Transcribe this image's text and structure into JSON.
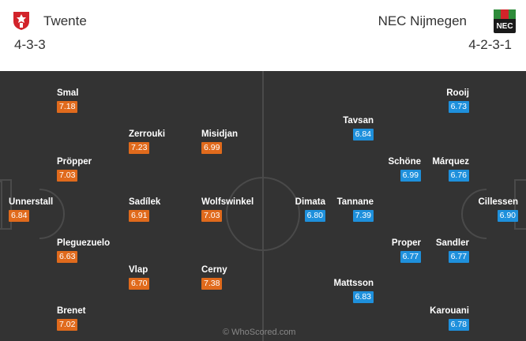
{
  "home": {
    "name": "Twente",
    "formation": "4-3-3",
    "logo_icon": "twente-crest-icon",
    "color": "#e06a1c",
    "players": [
      {
        "name": "Smal",
        "rating": "7.18"
      },
      {
        "name": "Zerrouki",
        "rating": "7.23"
      },
      {
        "name": "Misidjan",
        "rating": "6.99"
      },
      {
        "name": "Pröpper",
        "rating": "7.03"
      },
      {
        "name": "Unnerstall",
        "rating": "6.84"
      },
      {
        "name": "Sadílek",
        "rating": "6.91"
      },
      {
        "name": "Wolfswinkel",
        "rating": "7.03"
      },
      {
        "name": "Pleguezuelo",
        "rating": "6.63"
      },
      {
        "name": "Vlap",
        "rating": "6.70"
      },
      {
        "name": "Cerny",
        "rating": "7.38"
      },
      {
        "name": "Brenet",
        "rating": "7.02"
      }
    ]
  },
  "away": {
    "name": "NEC Nijmegen",
    "formation": "4-2-3-1",
    "logo_icon": "nec-crest-icon",
    "logo_text": "NEC",
    "color": "#1e90dc",
    "players": [
      {
        "name": "Rooij",
        "rating": "6.73"
      },
      {
        "name": "Tavsan",
        "rating": "6.84"
      },
      {
        "name": "Schöne",
        "rating": "6.99"
      },
      {
        "name": "Márquez",
        "rating": "6.76"
      },
      {
        "name": "Dimata",
        "rating": "6.80"
      },
      {
        "name": "Tannane",
        "rating": "7.39"
      },
      {
        "name": "Cillessen",
        "rating": "6.90"
      },
      {
        "name": "Proper",
        "rating": "6.77"
      },
      {
        "name": "Sandler",
        "rating": "6.77"
      },
      {
        "name": "Mattsson",
        "rating": "6.83"
      },
      {
        "name": "Karouani",
        "rating": "6.78"
      }
    ]
  },
  "watermark": "© WhoScored.com"
}
